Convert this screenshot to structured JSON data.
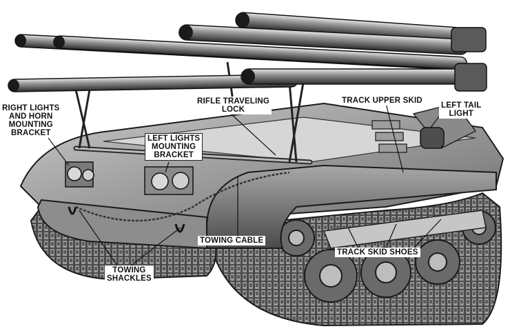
{
  "callouts": {
    "right_lights": [
      "RIGHT LIGHTS",
      "AND HORN",
      "MOUNTING",
      "BRACKET"
    ],
    "left_lights": [
      "LEFT LIGHTS",
      "MOUNTING",
      "BRACKET"
    ],
    "rifle_lock": [
      "RIFLE TRAVELING",
      "LOCK"
    ],
    "track_upper_skid": [
      "TRACK UPPER SKID"
    ],
    "left_tail_light": [
      "LEFT TAIL",
      "LIGHT"
    ],
    "towing_cable": [
      "TOWING CABLE"
    ],
    "track_skid_shoes": [
      "TRACK SKID SHOES"
    ],
    "towing_shackles": [
      "TOWING",
      "SHACKLES"
    ]
  },
  "colors": {
    "ink": "#111111",
    "steel_dark": "#3a3a3a",
    "steel_mid": "#7a7a7a",
    "steel_light": "#b8b8b8",
    "paper": "#ffffff"
  }
}
